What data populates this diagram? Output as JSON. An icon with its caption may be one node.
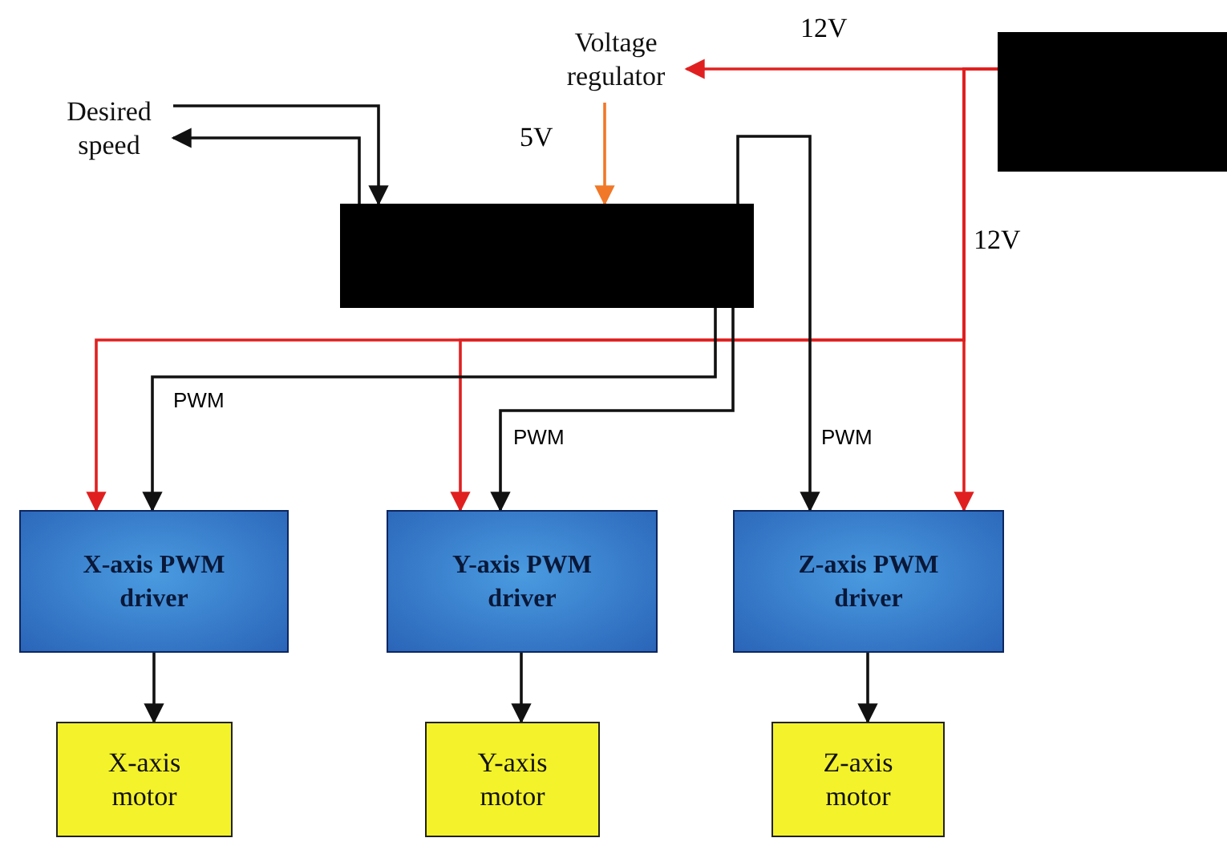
{
  "diagram": {
    "nodes": [
      {
        "text": [
          "Desired speed"
        ]
      },
      {
        "text": [
          "Voltage regulator"
        ]
      },
      {
        "text": [],
        "shape": "box"
      },
      {
        "text": [],
        "shape": "box"
      },
      {
        "text": [
          "X-axis PWM driver"
        ]
      },
      {
        "text": [
          "Y-axis PWM driver"
        ]
      },
      {
        "text": [
          "Z-axis PWM driver"
        ]
      },
      {
        "text": [
          "X-axis motor"
        ]
      },
      {
        "text": [
          "Y-axis motor"
        ]
      },
      {
        "text": [
          "Z-axis motor"
        ]
      }
    ],
    "edges": [
      {
        "from": 0,
        "to": 2,
        "arrow": "to"
      },
      {
        "from": 2,
        "to": 0,
        "arrow": "to"
      },
      {
        "from": 3,
        "to": 1,
        "arrow": "to",
        "label": "12V",
        "color": "#e02020"
      },
      {
        "from": 1,
        "to": 2,
        "arrow": "to",
        "label": "5V",
        "color": "#f07828"
      },
      {
        "from": 3,
        "to": 4,
        "arrow": "to",
        "color": "#e02020"
      },
      {
        "from": 3,
        "to": 5,
        "arrow": "to",
        "color": "#e02020"
      },
      {
        "from": 3,
        "to": 6,
        "arrow": "to",
        "label": "12V",
        "color": "#e02020"
      },
      {
        "from": 2,
        "to": 4,
        "arrow": "to",
        "label": "PWM"
      },
      {
        "from": 2,
        "to": 5,
        "arrow": "to",
        "label": "PWM"
      },
      {
        "from": 2,
        "to": 6,
        "arrow": "to",
        "label": "PWM"
      },
      {
        "from": 4,
        "to": 7,
        "arrow": "to"
      },
      {
        "from": 5,
        "to": 8,
        "arrow": "to"
      },
      {
        "from": 6,
        "to": 9,
        "arrow": "to"
      }
    ]
  }
}
